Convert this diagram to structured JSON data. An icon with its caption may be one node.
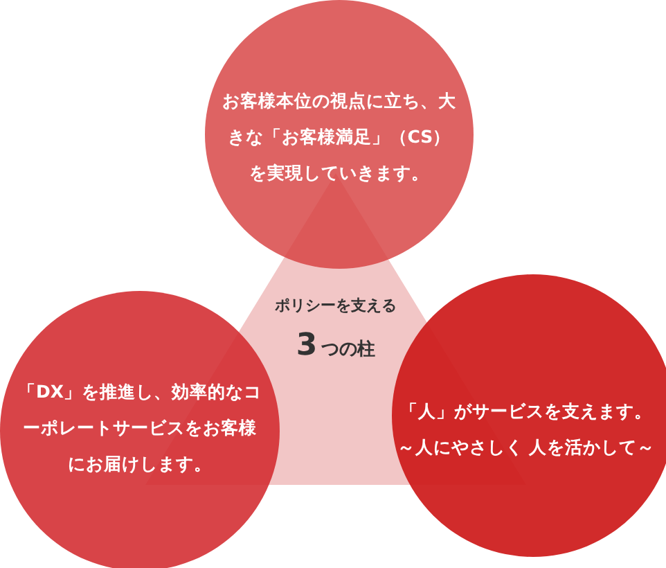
{
  "diagram": {
    "nodes": [
      {
        "text": [
          "ポリシーを支える",
          "3つの柱"
        ]
      },
      {
        "text": [
          "お客様本位の視点に立ち、大きな「お客様満足」（CS）を実現していきます。"
        ]
      },
      {
        "text": [
          "「DX」を推進し、効率的なコーポレートサービスをお客様にお届けします。"
        ]
      },
      {
        "text": [
          "「人」がサービスを支えます。～人にやさしく 人を活かして～"
        ]
      }
    ]
  }
}
